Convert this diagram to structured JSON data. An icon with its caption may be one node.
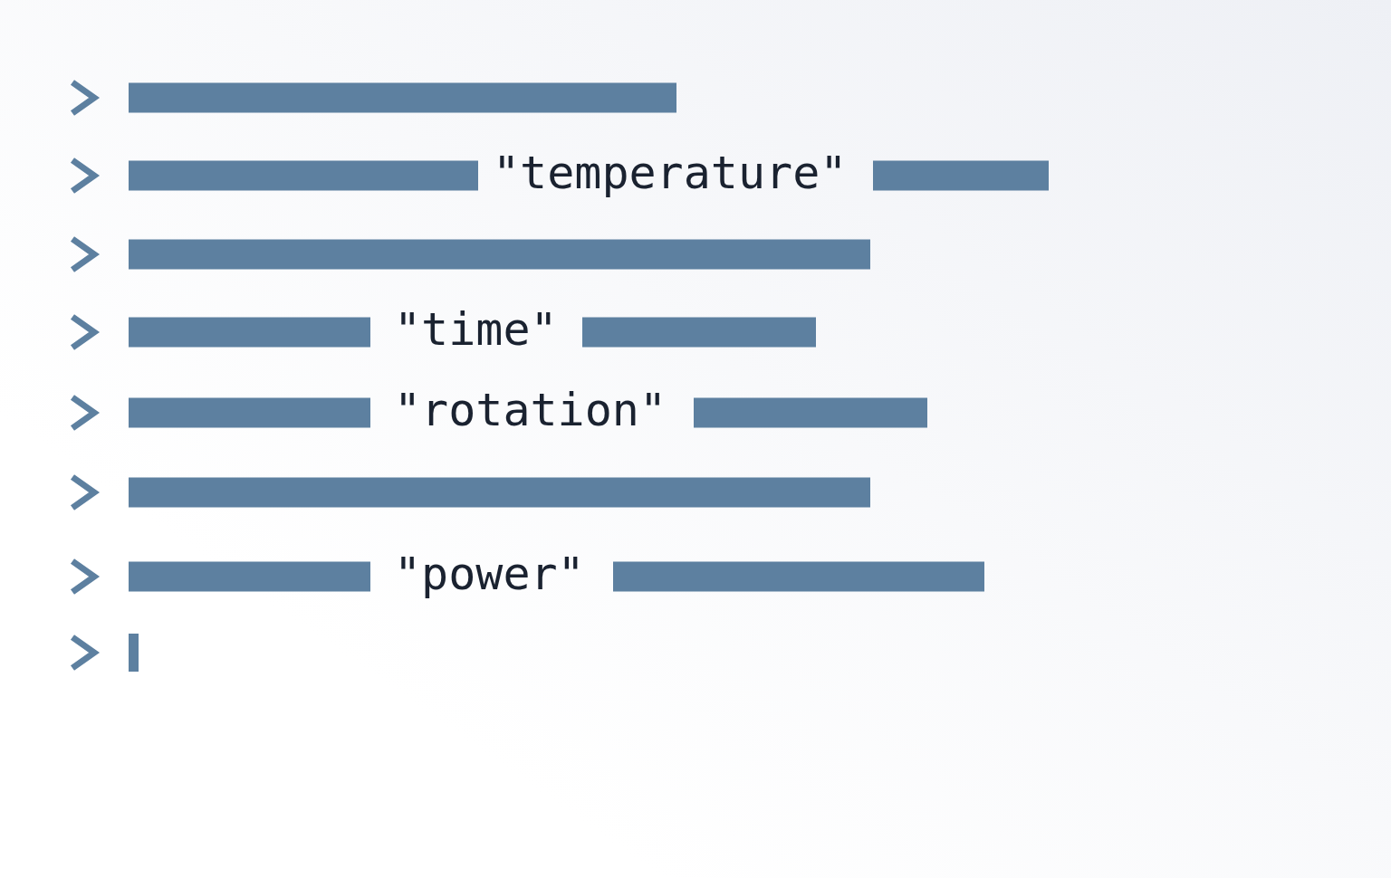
{
  "diagram": {
    "labels": [
      "\"temperature\"",
      "\"time\"",
      "\"rotation\"",
      "\"power\""
    ]
  }
}
